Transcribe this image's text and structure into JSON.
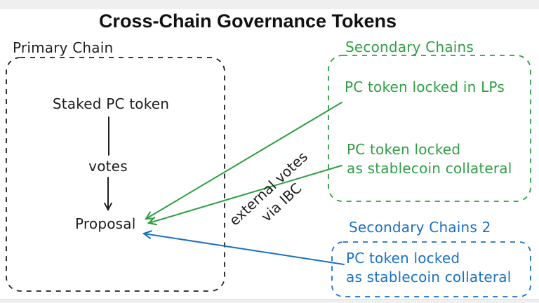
{
  "title": "Cross-Chain Governance Tokens",
  "colors": {
    "ink": "#1e1e1e",
    "green": "#2f9e44",
    "blue": "#1971c2",
    "title": "#111111",
    "strip": "#efefef"
  },
  "primary_chain": {
    "label": "Primary Chain",
    "staked_token": "Staked PC token",
    "votes": "votes",
    "proposal": "Proposal"
  },
  "secondary_chains": {
    "label": "Secondary Chains",
    "items": [
      {
        "lines": [
          "PC token locked in LPs"
        ]
      },
      {
        "lines": [
          "PC token locked",
          "as stablecoin collateral"
        ]
      }
    ]
  },
  "secondary_chains_2": {
    "label": "Secondary Chains 2",
    "items": [
      {
        "lines": [
          "PC token locked",
          "as stablecoin collateral"
        ]
      }
    ]
  },
  "edge_label": {
    "lines": [
      "external votes",
      "via IBC"
    ]
  }
}
